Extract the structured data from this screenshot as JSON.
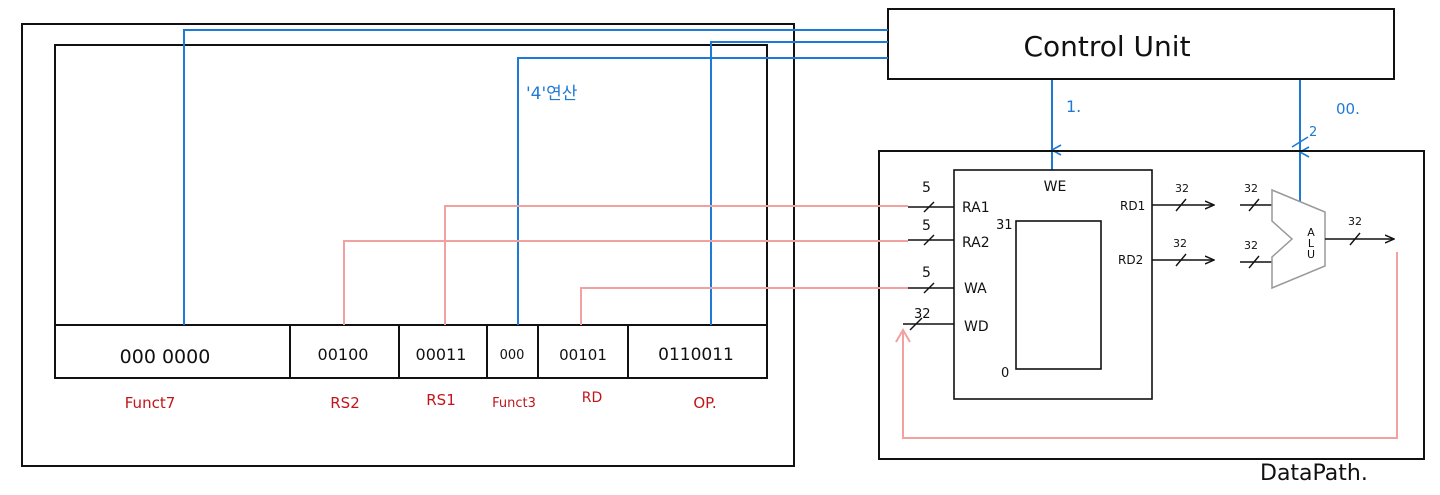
{
  "colors": {
    "ink": "#111111",
    "control": "#1e7ad6",
    "datapath_wire": "#f2a1a1",
    "field_label": "#c2151a"
  },
  "control_unit": {
    "label": "Control Unit"
  },
  "instruction": {
    "annotation": "'4'연산",
    "fields": [
      {
        "bits": "000 0000",
        "name": "Funct7"
      },
      {
        "bits": "00100",
        "name": "RS2"
      },
      {
        "bits": "00011",
        "name": "RS1"
      },
      {
        "bits": "000",
        "name": "Funct3"
      },
      {
        "bits": "00101",
        "name": "RD"
      },
      {
        "bits": "0110011",
        "name": "OP."
      }
    ]
  },
  "datapath": {
    "title": "DataPath.",
    "control_signals": {
      "we_value": "1.",
      "alu_value": "00.",
      "alu_width": "2"
    },
    "regfile": {
      "we": "WE",
      "ra1": "RA1",
      "ra2": "RA2",
      "wa": "WA",
      "wd": "WD",
      "rd1": "RD1",
      "rd2": "RD2",
      "top_index": "31",
      "bottom_index": "0",
      "ra1_width": "5",
      "ra2_width": "5",
      "wa_width": "5",
      "wd_width": "32",
      "rd1_width": "32",
      "rd2_width": "32"
    },
    "alu": {
      "letters": [
        "A",
        "L",
        "U"
      ],
      "in1_width": "32",
      "in2_width": "32",
      "out_width": "32"
    }
  }
}
